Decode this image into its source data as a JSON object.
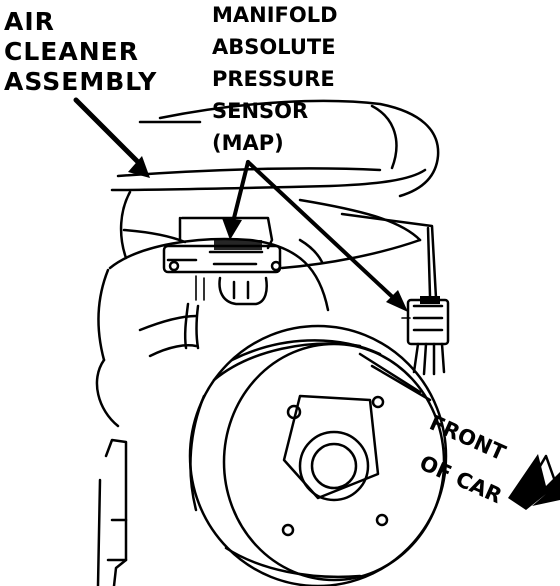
{
  "labels": {
    "air_cleaner": [
      "AIR",
      "CLEANER",
      "ASSEMBLY"
    ],
    "map_sensor": [
      "MANIFOLD",
      "ABSOLUTE",
      "PRESSURE",
      "SENSOR",
      "(MAP)"
    ],
    "front_of_car": [
      "FRONT",
      "OF CAR"
    ]
  },
  "colors": {
    "ink": "#000000",
    "background": "#ffffff"
  }
}
